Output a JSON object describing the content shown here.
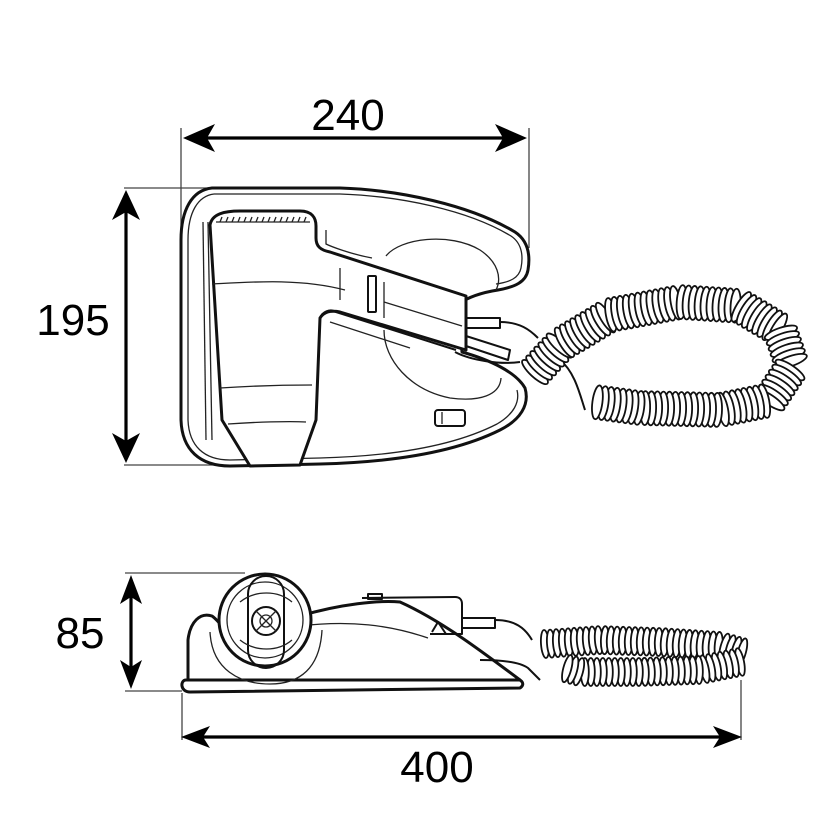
{
  "drawing": {
    "subject": "wall-mounted hair dryer with holder and coiled cord",
    "units": "mm",
    "views": [
      {
        "name": "front-view",
        "dimensions": {
          "width": "240",
          "height": "195"
        }
      },
      {
        "name": "top-view",
        "dimensions": {
          "height": "85",
          "length": "400"
        }
      }
    ]
  },
  "labels": {
    "width_front": "240",
    "height_front": "195",
    "height_top": "85",
    "length_top": "400"
  },
  "colors": {
    "line": "#000000",
    "background": "#ffffff"
  }
}
